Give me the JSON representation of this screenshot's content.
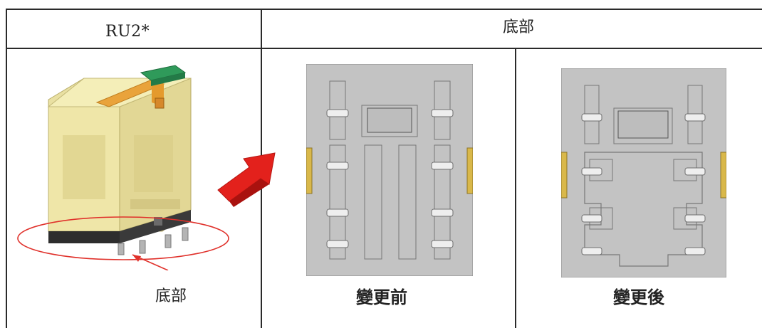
{
  "table": {
    "header_left": "RU2*",
    "header_right": "底部"
  },
  "relay_image": {
    "bottom_label": "底部"
  },
  "bottom_views": {
    "before_label": "變更前",
    "after_label": "變更後"
  }
}
